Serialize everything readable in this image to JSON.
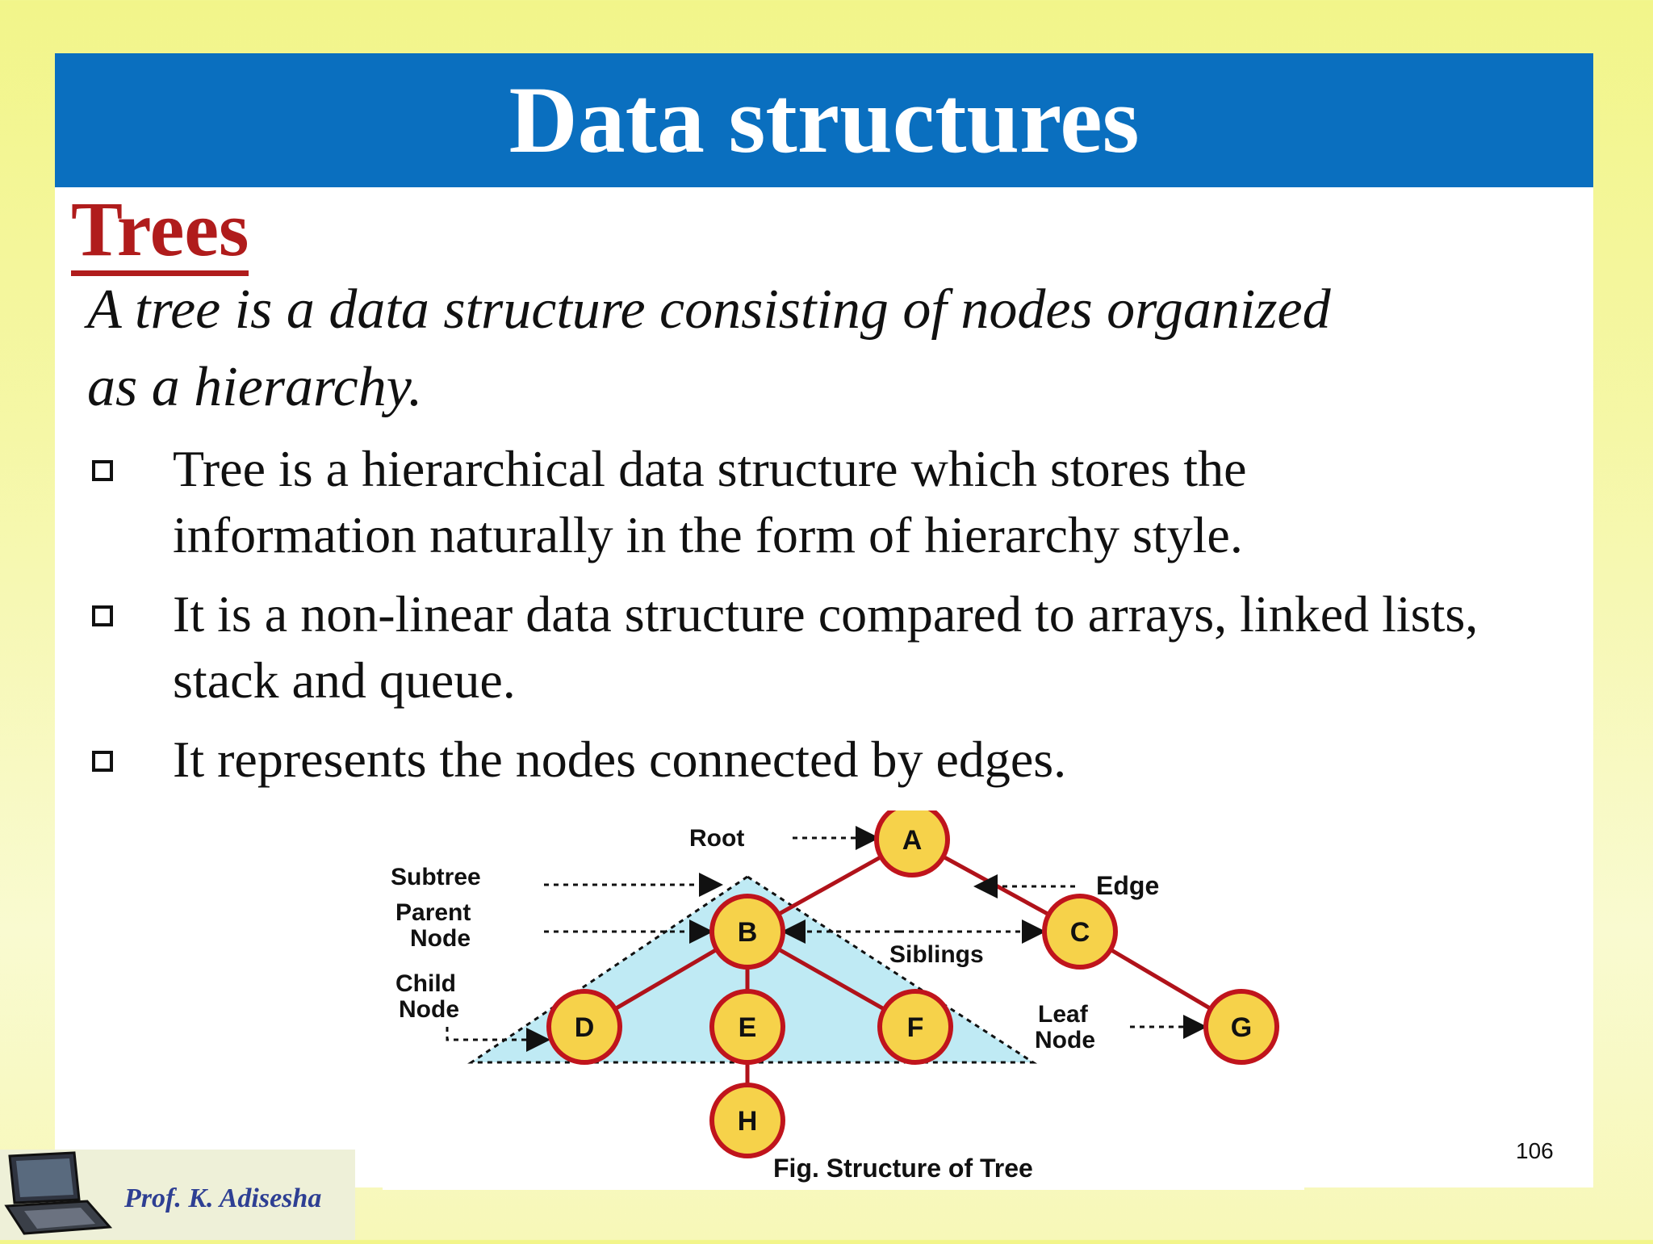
{
  "slide": {
    "title": "Data structures",
    "section": "Trees",
    "intro_line1": "A tree is a data structure consisting of nodes organized",
    "intro_line2": "as a hierarchy.",
    "bullets": [
      {
        "line1": "Tree is a hierarchical data structure which stores the",
        "line2": "information naturally in the form of hierarchy style."
      },
      {
        "line1": "It is a non-linear data structure compared to arrays, linked lists,",
        "line2": "stack and queue."
      },
      {
        "line1": "It represents the nodes connected by edges.",
        "line2": ""
      }
    ],
    "page_number": "106",
    "author": "Prof. K. Adisesha"
  },
  "figure": {
    "caption": "Fig. Structure of Tree",
    "labels": {
      "root": "Root",
      "subtree": "Subtree",
      "parent_node_1": "Parent",
      "parent_node_2": "Node",
      "child_node_1": "Child",
      "child_node_2": "Node",
      "edge": "Edge",
      "siblings": "Siblings",
      "leaf_node_1": "Leaf",
      "leaf_node_2": "Node"
    },
    "nodes": {
      "a": "A",
      "b": "B",
      "c": "C",
      "d": "D",
      "e": "E",
      "f": "F",
      "g": "G",
      "h": "H"
    },
    "colors": {
      "node_fill": "#f6d24a",
      "node_stroke": "#c0141c",
      "edge": "#b0121a",
      "subtree_fill": "#a9e3f0"
    }
  }
}
